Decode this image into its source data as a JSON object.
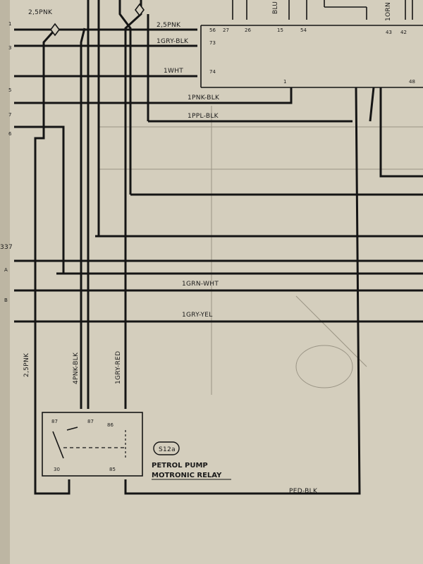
{
  "top_labels": {
    "pnk": "2,5PNK",
    "blu": "BLU",
    "orn": "1ORN"
  },
  "connector_pins": [
    "56",
    "27",
    "26",
    "15",
    "54",
    "43",
    "42",
    "73",
    "74",
    "48",
    "1"
  ],
  "left_numbers": [
    "1",
    "3",
    "5",
    "7",
    "6"
  ],
  "wires": {
    "w1": "2,5PNK",
    "w2": "1GRY-BLK",
    "w3": "1WHT",
    "w4": "1PNK-BLK",
    "w5": "1PPL-BLK",
    "w6": "1GRN-WHT",
    "w7": "1GRY-YEL",
    "w8": "PED-BLK",
    "v1": "2,5PNK",
    "v2": "4PNK-BLK",
    "v3": "1GRY-RED"
  },
  "left_connector": {
    "id": "337",
    "pins": [
      "A",
      "B"
    ]
  },
  "relay": {
    "code": "S12a",
    "name_line1": "PETROL PUMP",
    "name_line2": "MOTRONIC RELAY",
    "pins": [
      "87",
      "87",
      "86",
      "30",
      "85"
    ]
  }
}
